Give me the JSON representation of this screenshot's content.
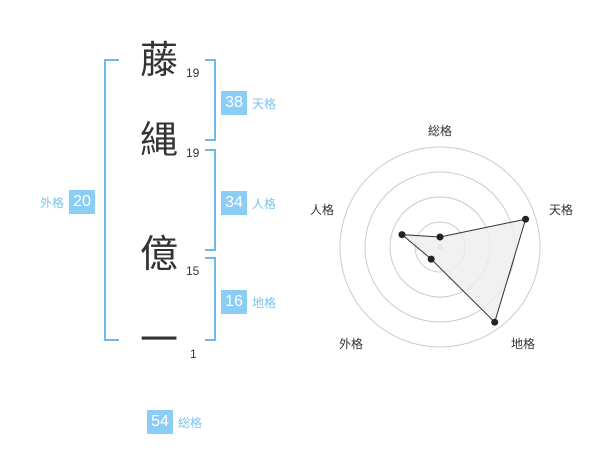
{
  "name": {
    "chars": [
      {
        "char": "藤",
        "strokes": "19"
      },
      {
        "char": "縄",
        "strokes": "19"
      },
      {
        "char": "億",
        "strokes": "15"
      },
      {
        "char": "一",
        "strokes": "1"
      }
    ]
  },
  "fortunes": {
    "tenkaku": {
      "value": "38",
      "label": "天格"
    },
    "jinkaku": {
      "value": "34",
      "label": "人格"
    },
    "chikaku": {
      "value": "16",
      "label": "地格"
    },
    "gaikaku": {
      "value": "20",
      "label": "外格"
    },
    "soukaku": {
      "value": "54",
      "label": "総格"
    }
  },
  "chart_data": {
    "type": "radar",
    "axes": [
      "総格",
      "天格",
      "地格",
      "外格",
      "人格"
    ],
    "values": [
      0.1,
      0.9,
      0.93,
      0.15,
      0.4
    ],
    "range": [
      0,
      1
    ],
    "rings": 4,
    "colors": {
      "line": "#333333",
      "fill": "#eeeeee",
      "ring": "#cccccc",
      "center": "#cccccc"
    }
  },
  "colors": {
    "accent": "#8bcdf5",
    "bracket": "#6fb8ea",
    "label": "#7cc2ee"
  }
}
